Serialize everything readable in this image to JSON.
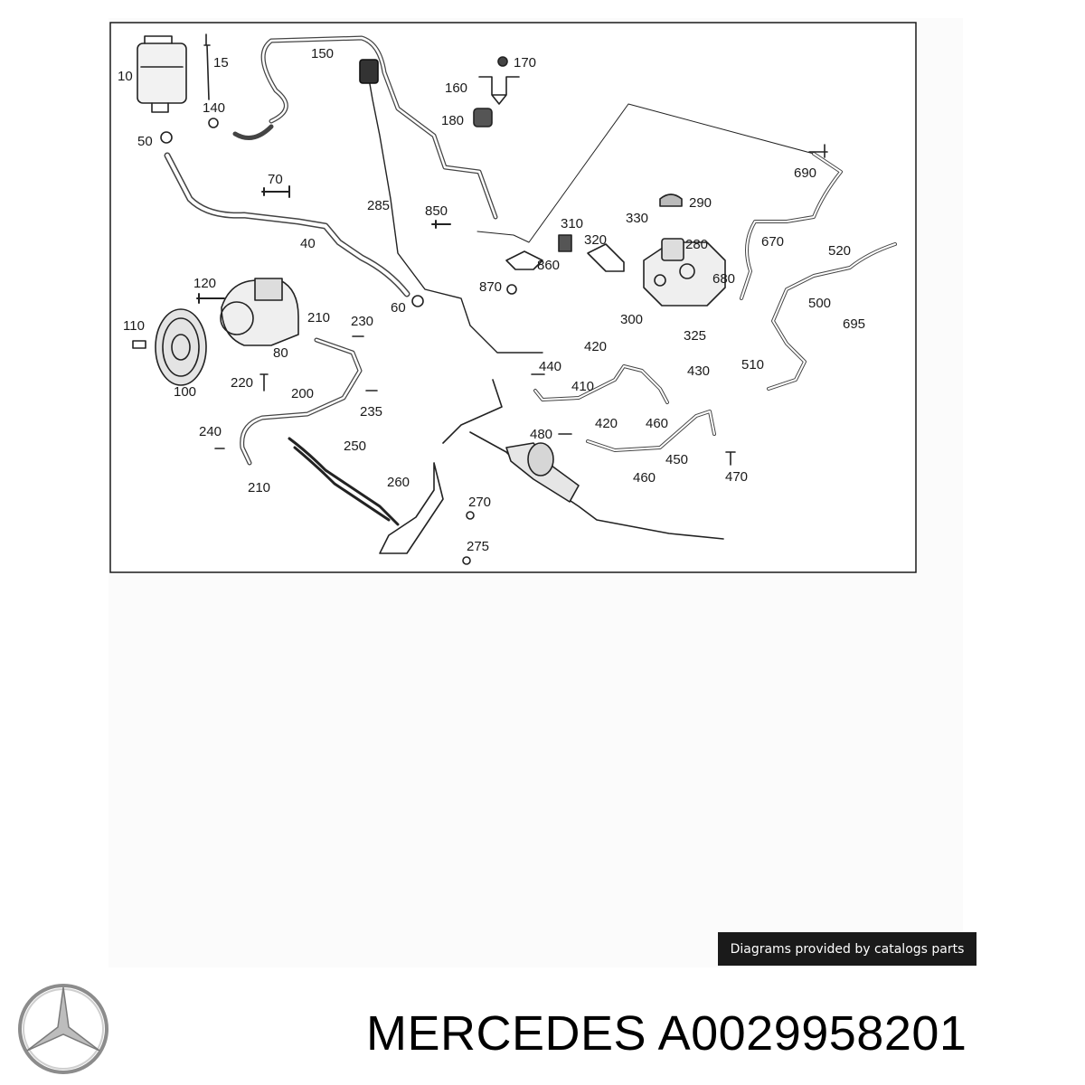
{
  "diagram": {
    "callouts": [
      {
        "id": "c10",
        "label": "10"
      },
      {
        "id": "c15",
        "label": "15"
      },
      {
        "id": "c150",
        "label": "150"
      },
      {
        "id": "c140",
        "label": "140"
      },
      {
        "id": "c50",
        "label": "50"
      },
      {
        "id": "c70",
        "label": "70"
      },
      {
        "id": "c40",
        "label": "40"
      },
      {
        "id": "c285",
        "label": "285"
      },
      {
        "id": "c60",
        "label": "60"
      },
      {
        "id": "c170",
        "label": "170"
      },
      {
        "id": "c160",
        "label": "160"
      },
      {
        "id": "c180",
        "label": "180"
      },
      {
        "id": "c690",
        "label": "690"
      },
      {
        "id": "c290",
        "label": "290"
      },
      {
        "id": "c850",
        "label": "850"
      },
      {
        "id": "c310",
        "label": "310"
      },
      {
        "id": "c330",
        "label": "330"
      },
      {
        "id": "c320",
        "label": "320"
      },
      {
        "id": "c280",
        "label": "280"
      },
      {
        "id": "c670",
        "label": "670"
      },
      {
        "id": "c520",
        "label": "520"
      },
      {
        "id": "c860",
        "label": "860"
      },
      {
        "id": "c870",
        "label": "870"
      },
      {
        "id": "c680",
        "label": "680"
      },
      {
        "id": "c500",
        "label": "500"
      },
      {
        "id": "c300",
        "label": "300"
      },
      {
        "id": "c695",
        "label": "695"
      },
      {
        "id": "c325",
        "label": "325"
      },
      {
        "id": "c120",
        "label": "120"
      },
      {
        "id": "c110",
        "label": "110"
      },
      {
        "id": "c210a",
        "label": "210"
      },
      {
        "id": "c230",
        "label": "230"
      },
      {
        "id": "c80",
        "label": "80"
      },
      {
        "id": "c420a",
        "label": "420"
      },
      {
        "id": "c510",
        "label": "510"
      },
      {
        "id": "c440",
        "label": "440"
      },
      {
        "id": "c430",
        "label": "430"
      },
      {
        "id": "c410",
        "label": "410"
      },
      {
        "id": "c100",
        "label": "100"
      },
      {
        "id": "c220",
        "label": "220"
      },
      {
        "id": "c200",
        "label": "200"
      },
      {
        "id": "c235",
        "label": "235"
      },
      {
        "id": "c420b",
        "label": "420"
      },
      {
        "id": "c460a",
        "label": "460"
      },
      {
        "id": "c240",
        "label": "240"
      },
      {
        "id": "c250",
        "label": "250"
      },
      {
        "id": "c480",
        "label": "480"
      },
      {
        "id": "c450",
        "label": "450"
      },
      {
        "id": "c210b",
        "label": "210"
      },
      {
        "id": "c260",
        "label": "260"
      },
      {
        "id": "c460b",
        "label": "460"
      },
      {
        "id": "c470",
        "label": "470"
      },
      {
        "id": "c270",
        "label": "270"
      },
      {
        "id": "c275",
        "label": "275"
      }
    ]
  },
  "caption": "Diagrams provided by catalogs parts",
  "footer": {
    "brand": "MERCEDES",
    "part_number": "A0029958201",
    "logo_icon": "three-pointed-star-icon"
  },
  "colors": {
    "line": "#1a1a1a",
    "badge_bg": "#1a1a1a",
    "badge_text": "#ffffff"
  }
}
